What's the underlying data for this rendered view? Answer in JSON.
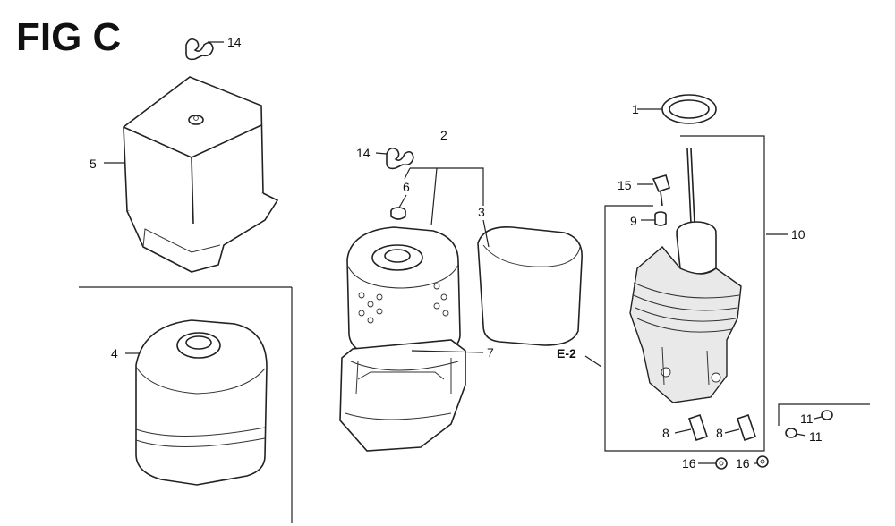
{
  "figure": {
    "title": "FIG C"
  },
  "callouts": {
    "c1": "1",
    "c2": "2",
    "c3": "3",
    "c4": "4",
    "c5": "5",
    "c6": "6",
    "c7": "7",
    "c8a": "8",
    "c8b": "8",
    "c9": "9",
    "c10": "10",
    "c11a": "11",
    "c11b": "11",
    "c14a": "14",
    "c14b": "14",
    "c15": "15",
    "c16a": "16",
    "c16b": "16",
    "ref_e2": "E-2"
  }
}
